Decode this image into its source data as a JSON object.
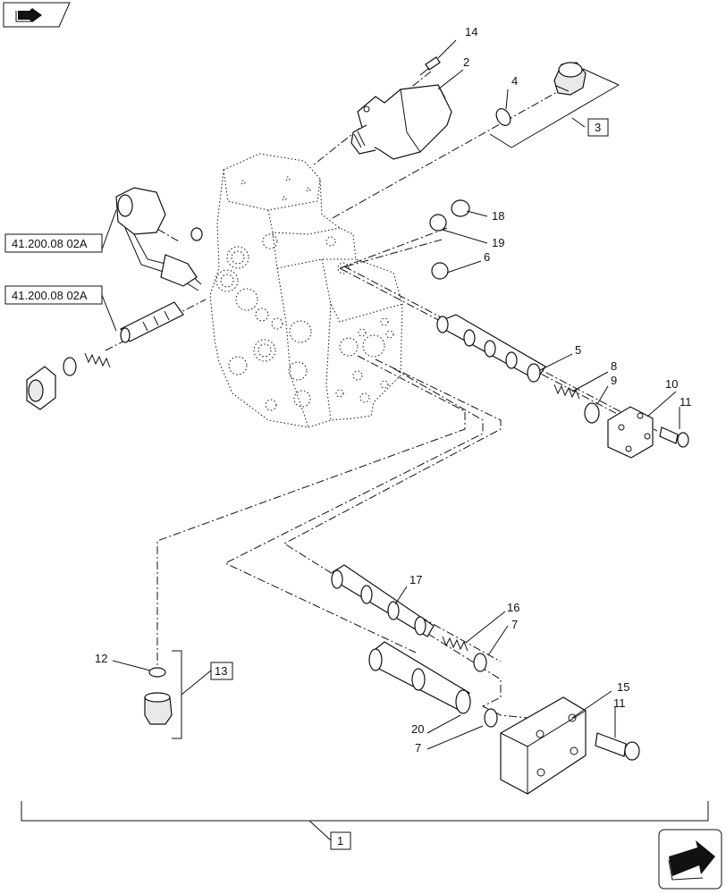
{
  "callouts": [
    "14",
    "2",
    "4",
    "3",
    "18",
    "19",
    "6",
    "5",
    "8",
    "9",
    "10",
    "11",
    "17",
    "16",
    "7",
    "15",
    "11",
    "12",
    "13",
    "20",
    "7",
    "1"
  ],
  "references": [
    "41.200.08 02A",
    "41.200.08 02A"
  ],
  "icons": {
    "top_left": "book-arrow-icon",
    "bottom_right": "next-page-arrow-icon"
  }
}
